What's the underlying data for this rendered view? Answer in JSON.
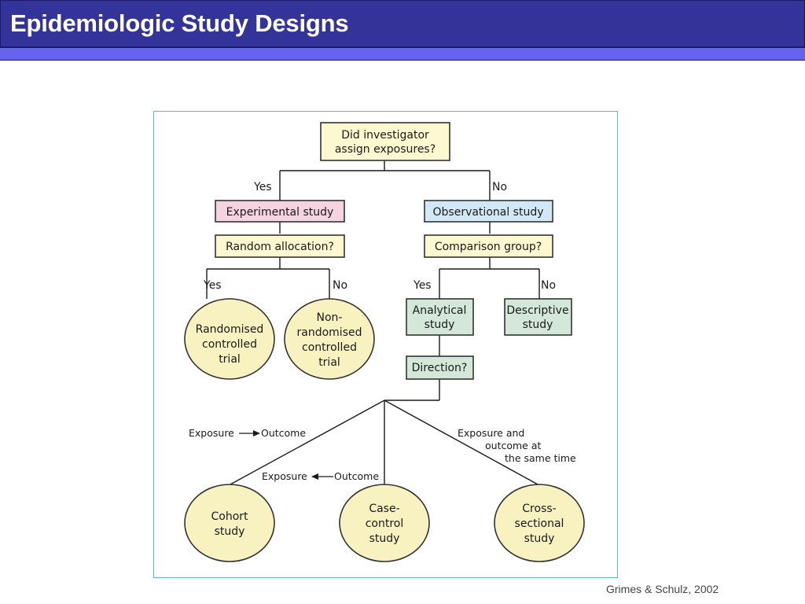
{
  "slide": {
    "title": "Epidemiologic Study Designs",
    "citation": "Grimes & Schulz, 2002"
  },
  "diagram": {
    "root_question": [
      "Did investigator",
      "assign exposures?"
    ],
    "yes_label": "Yes",
    "no_label": "No",
    "experimental": {
      "label": "Experimental study",
      "question": "Random allocation?",
      "yes": "Yes",
      "no": "No",
      "rct": [
        "Randomised",
        "controlled",
        "trial"
      ],
      "non_rct": [
        "Non-",
        "randomised",
        "controlled",
        "trial"
      ]
    },
    "observational": {
      "label": "Observational study",
      "question": "Comparison group?",
      "yes": "Yes",
      "no": "No",
      "analytical": [
        "Analytical",
        "study"
      ],
      "descriptive": [
        "Descriptive",
        "study"
      ],
      "direction": "Direction?"
    },
    "directions": {
      "exposure": "Exposure",
      "outcome": "Outcome",
      "same_time": [
        "Exposure and",
        "outcome at",
        "the same time"
      ]
    },
    "designs": {
      "cohort": [
        "Cohort",
        "study"
      ],
      "case_control": [
        "Case-",
        "control",
        "study"
      ],
      "cross_sectional": [
        "Cross-",
        "sectional",
        "study"
      ]
    },
    "colors": {
      "question_fill": "#fdf8d0",
      "experimental_fill": "#f6d3e0",
      "observational_fill": "#d3e8f6",
      "study_fill": "#d3e8d8",
      "ellipse_fill": "#f8f2c0",
      "frame": "#5fb7cf"
    }
  }
}
